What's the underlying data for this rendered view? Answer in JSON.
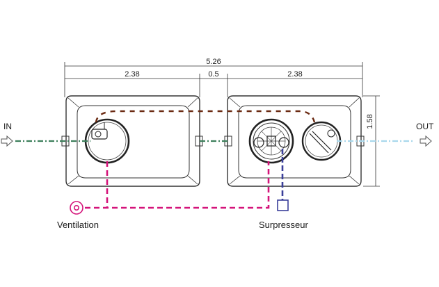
{
  "dimensions": {
    "total_length": "5.26",
    "tank_left_length": "2.38",
    "gap": "0.5",
    "tank_right_length": "2.38",
    "width": "1.58"
  },
  "labels": {
    "inlet": "IN",
    "outlet": "OUT",
    "ventilation": "Ventilation",
    "blower": "Surpresseur"
  },
  "colors": {
    "outline": "#333333",
    "inlet_pipe": "#3d7f5c",
    "outlet_pipe": "#a9d8ec",
    "recirculation_pipe": "#6b2a12",
    "ventilation_pipe": "#d4147a",
    "air_pipe": "#3a3f9a"
  },
  "icons": {
    "inlet_arrow": "arrow-right-outline-icon",
    "outlet_arrow": "arrow-right-outline-icon",
    "ventilation_symbol": "ventilation-symbol-icon",
    "blower_symbol": "blower-square-icon"
  }
}
